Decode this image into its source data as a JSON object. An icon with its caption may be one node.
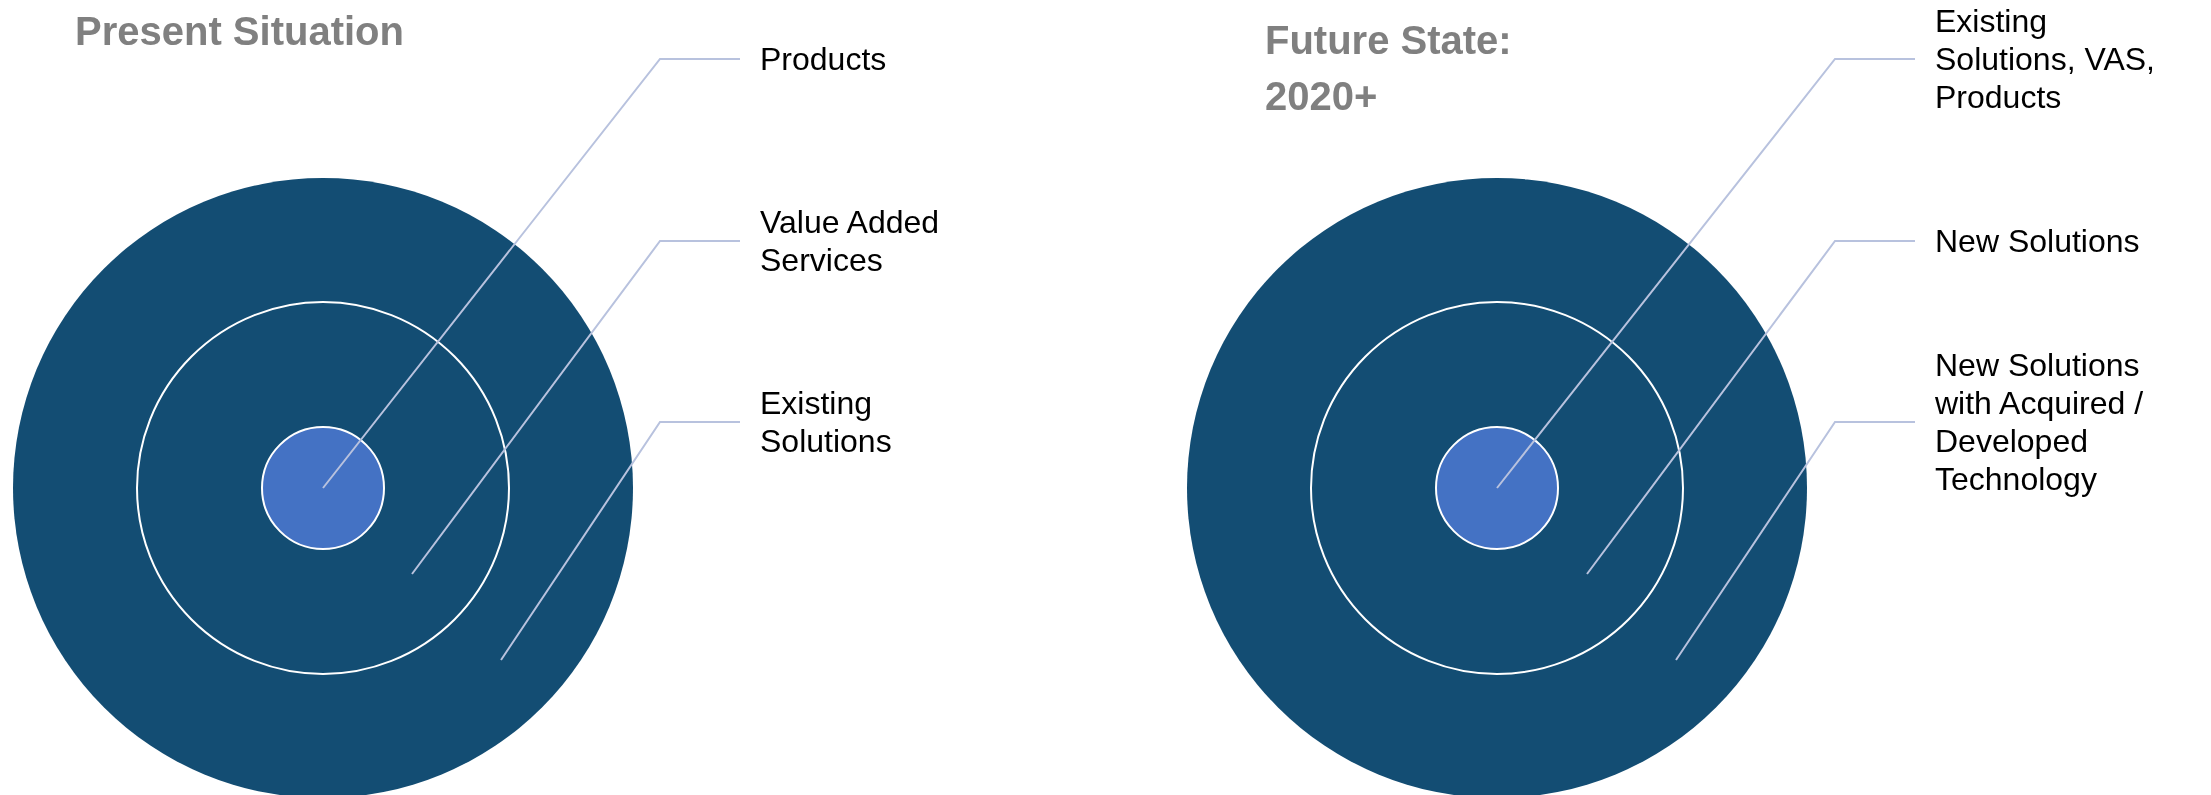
{
  "diagram": {
    "nodes": [
      {
        "text": [],
        "shape": "circle"
      },
      {
        "text": [],
        "shape": "circle",
        "in": 0
      },
      {
        "text": [],
        "shape": "circle",
        "in": 1
      },
      {
        "text": [
          "Products"
        ]
      },
      {
        "text": [
          "Value Added Services"
        ]
      },
      {
        "text": [
          "Existing Solutions"
        ]
      },
      {
        "text": [],
        "shape": "circle"
      },
      {
        "text": [],
        "shape": "circle",
        "in": 6
      },
      {
        "text": [],
        "shape": "circle",
        "in": 7
      },
      {
        "text": [
          "Existing Solutions, VAS, Products"
        ]
      },
      {
        "text": [
          "New Solutions"
        ]
      },
      {
        "text": [
          "New Solutions with Acquired / Developed Technology"
        ]
      }
    ],
    "edges": [
      {
        "from": 3,
        "to": 2,
        "arrow": "none"
      },
      {
        "from": 4,
        "to": 1,
        "arrow": "none"
      },
      {
        "from": 5,
        "to": 0,
        "arrow": "none"
      },
      {
        "from": 9,
        "to": 8,
        "arrow": "none"
      },
      {
        "from": 10,
        "to": 7,
        "arrow": "none"
      },
      {
        "from": 11,
        "to": 6,
        "arrow": "none"
      }
    ],
    "labels": [
      "Present Situation",
      "Future State: 2020+"
    ]
  }
}
